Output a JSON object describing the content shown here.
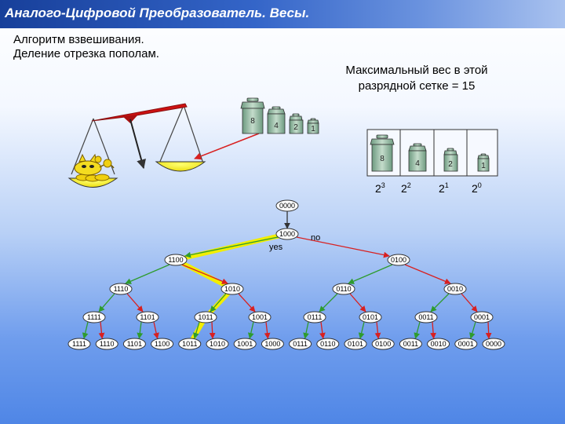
{
  "title": "Аналого-Цифровой Преобразователь. Весы.",
  "algorithm": {
    "line1": "Алгоритм взвешивания.",
    "line2": "Деление отрезка пополам."
  },
  "max_weight": {
    "line1": "Максимальный вес в этой",
    "line2": "разрядной сетке = 15"
  },
  "weights": [
    "8",
    "4",
    "2",
    "1"
  ],
  "powers": [
    {
      "base": "2",
      "exp": "3"
    },
    {
      "base": "2",
      "exp": "2"
    },
    {
      "base": "2",
      "exp": "1"
    },
    {
      "base": "2",
      "exp": "0"
    }
  ],
  "tree": {
    "root": "0000",
    "level1": "1000",
    "no_label": "no",
    "yes_label": "yes",
    "level2": [
      "1100",
      "0100"
    ],
    "level3": [
      "1110",
      "1010",
      "0110",
      "0010"
    ],
    "level4": [
      "1111",
      "1101",
      "1011",
      "1001",
      "0111",
      "0101",
      "0011",
      "0001"
    ],
    "level5": [
      "1111",
      "1110",
      "1101",
      "1100",
      "1011",
      "1010",
      "1001",
      "1000",
      "0111",
      "0110",
      "0101",
      "0100",
      "0011",
      "0010",
      "0001",
      "0000"
    ]
  },
  "colors": {
    "yes_branch": "#2e9b2e",
    "no_branch": "#d82020",
    "highlight_path": "#f2ee00",
    "node_fill": "#ffffff",
    "node_stroke": "#333333"
  }
}
